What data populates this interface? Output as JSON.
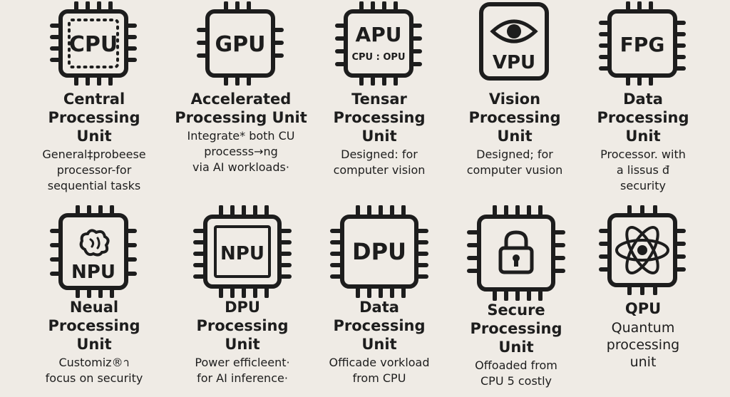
{
  "cards": [
    {
      "icon": "cpu-chip-icon",
      "chip_label": "CPU",
      "title": [
        "Central",
        "Processing",
        "Unit"
      ],
      "desc": [
        "General‡probeese",
        "processor-for",
        "sequential tasks"
      ]
    },
    {
      "icon": "gpu-chip-icon",
      "chip_label": "GPU",
      "title": [
        "Accelerated",
        "Processing Unit"
      ],
      "desc": [
        "Integrate* both CU",
        "processs→ng",
        "via AI workloads·"
      ]
    },
    {
      "icon": "apu-chip-icon",
      "chip_label": "APU",
      "chip_sublabel": "CPU : OPU",
      "title": [
        "Tensar",
        "Processing",
        "Unit"
      ],
      "desc": [
        "Designed: for",
        "computer vision"
      ]
    },
    {
      "icon": "vpu-eye-chip-icon",
      "chip_label": "VPU",
      "title": [
        "Vision",
        "Processing",
        "Unit"
      ],
      "desc": [
        "Designed; for",
        "computer vusion"
      ]
    },
    {
      "icon": "fpg-chip-icon",
      "chip_label": "FPG",
      "title": [
        "Data",
        "Processing",
        "Unit"
      ],
      "desc": [
        "Processor. with",
        "a lissus đ",
        "security"
      ]
    },
    {
      "icon": "npu-brain-chip-icon",
      "chip_label": "NPU",
      "title": [
        "Neual",
        "Processing",
        "Unit"
      ],
      "desc": [
        "Customiz®า",
        "focus on security"
      ]
    },
    {
      "icon": "npu-chip-icon",
      "chip_label": "NPU",
      "title": [
        "DPU",
        "Processing",
        "Unit"
      ],
      "desc": [
        "Power efficleent·",
        "for AI inference·"
      ]
    },
    {
      "icon": "dpu-chip-icon",
      "chip_label": "DPU",
      "title": [
        "Data",
        "Processing",
        "Unit"
      ],
      "desc": [
        "Officade vorkload",
        "from CPU"
      ]
    },
    {
      "icon": "lock-chip-icon",
      "title": [
        "Secure",
        "Processing",
        "Unit"
      ],
      "desc": [
        "Offoaded from",
        "CPU 5 costly"
      ]
    },
    {
      "icon": "atom-chip-icon",
      "title": [
        "QPU"
      ],
      "desc": [
        "Quantum",
        "processing",
        "unit"
      ]
    }
  ]
}
